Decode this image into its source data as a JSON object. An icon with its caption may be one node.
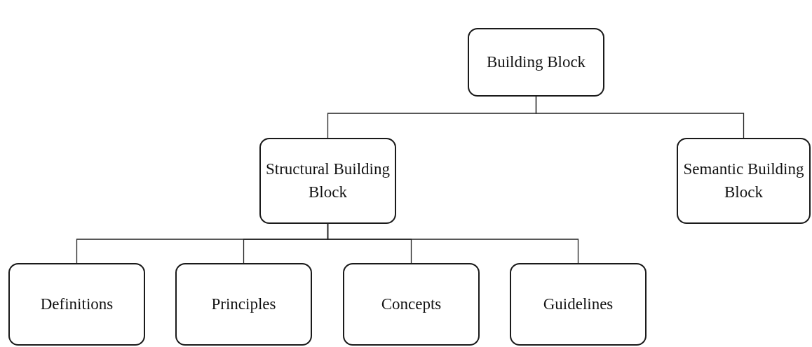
{
  "diagram": {
    "nodes": [
      {
        "text": [
          "Building Block"
        ]
      },
      {
        "text": [
          "Structural Building Block"
        ]
      },
      {
        "text": [
          "Semantic Building Block"
        ]
      },
      {
        "text": [
          "Definitions"
        ]
      },
      {
        "text": [
          "Principles"
        ]
      },
      {
        "text": [
          "Concepts"
        ]
      },
      {
        "text": [
          "Guidelines"
        ]
      }
    ],
    "edges": [
      {
        "from": 0,
        "to": 1,
        "arrow": "none"
      },
      {
        "from": 0,
        "to": 2,
        "arrow": "none"
      },
      {
        "from": 1,
        "to": 3,
        "arrow": "none"
      },
      {
        "from": 1,
        "to": 4,
        "arrow": "none"
      },
      {
        "from": 1,
        "to": 5,
        "arrow": "none"
      },
      {
        "from": 1,
        "to": 6,
        "arrow": "none"
      }
    ]
  }
}
